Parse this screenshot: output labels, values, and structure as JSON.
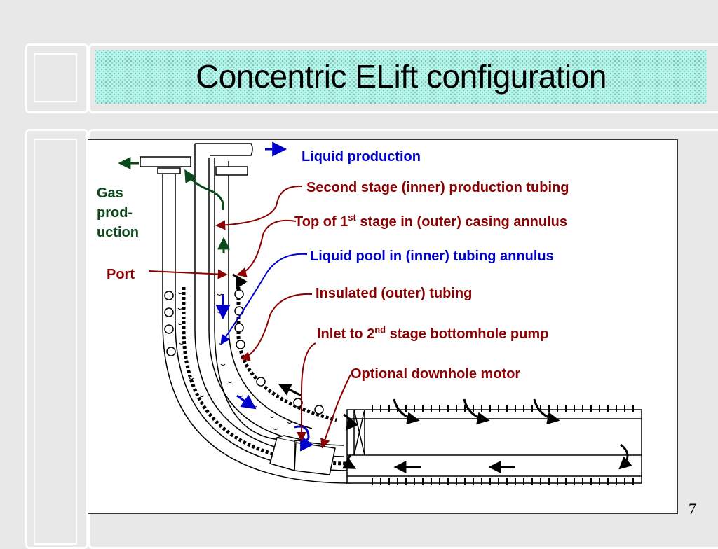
{
  "slide": {
    "title": "Concentric ELift configuration",
    "page_number": "7"
  },
  "labels": {
    "liquid_production": "Liquid production",
    "second_stage": "Second stage (inner) production tubing",
    "top_first_stage_pre": "Top of 1",
    "top_first_stage_sup": "st",
    "top_first_stage_post": " stage in (outer) casing annulus",
    "liquid_pool": "Liquid pool in (inner) tubing annulus",
    "insulated_tubing": "Insulated (outer) tubing",
    "inlet_pre": "Inlet to 2",
    "inlet_sup": "nd",
    "inlet_post": " stage bottomhole pump",
    "optional_motor": "Optional downhole motor",
    "gas_1": "Gas",
    "gas_2": "prod-",
    "gas_3": "uction",
    "port": "Port"
  },
  "colors": {
    "label_red": "#8b0000",
    "label_blue": "#0000cc",
    "arrow_green": "#0a4a1a",
    "title_band": "#b8f2e8"
  }
}
